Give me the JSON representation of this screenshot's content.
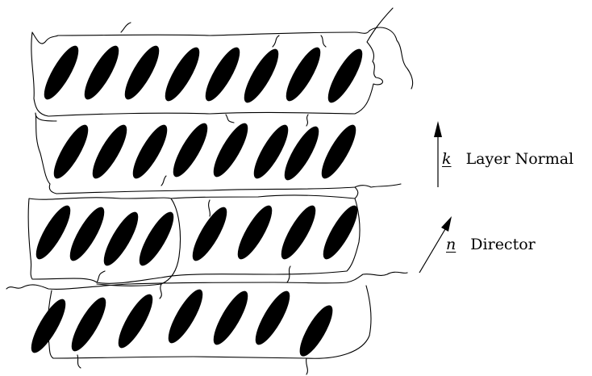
{
  "labels": {
    "layer_normal": {
      "symbol": "k",
      "text": "Layer Normal"
    },
    "director": {
      "symbol": "n",
      "text": "Director"
    }
  },
  "colors": {
    "ink": "#000000",
    "background": "#ffffff"
  }
}
